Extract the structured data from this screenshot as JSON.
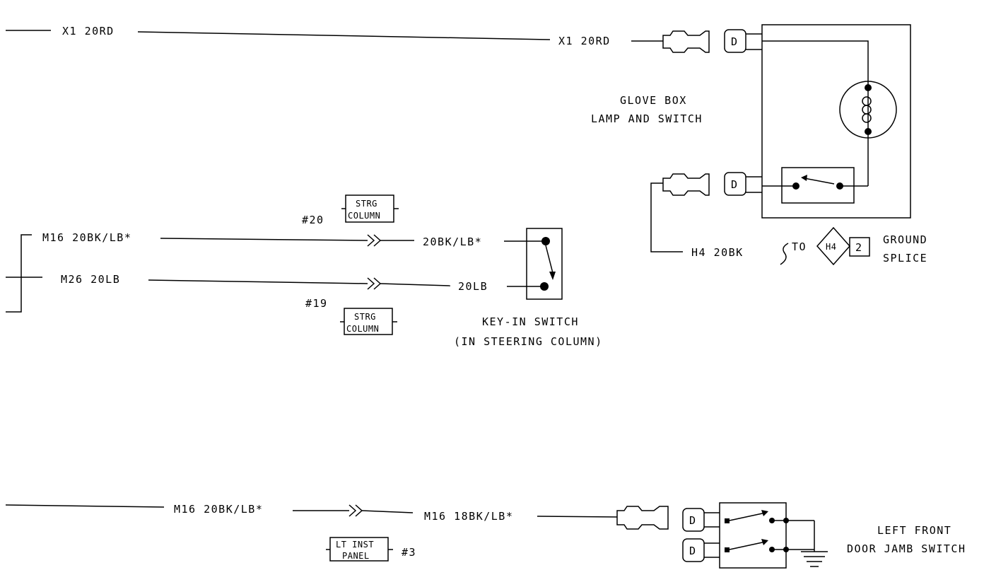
{
  "circuit_x1": {
    "left_label": "X1 20RD",
    "right_label": "X1 20RD"
  },
  "glove_box": {
    "label_line1": "GLOVE BOX",
    "label_line2": "LAMP AND SWITCH",
    "ground_wire_label": "H4 20BK",
    "to_label": "TO",
    "splice_id": "H4",
    "splice_pin": "2",
    "splice_label_line1": "GROUND",
    "splice_label_line2": "SPLICE"
  },
  "key_in": {
    "connector_upper_num": "#20",
    "connector_upper_line1": "STRG",
    "connector_upper_line2": "COLUMN",
    "connector_lower_num": "#19",
    "connector_lower_line1": "STRG",
    "connector_lower_line2": "COLUMN",
    "wire_m16_left": "M16 20BK/LB*",
    "wire_m16_right": "20BK/LB*",
    "wire_m26_left": "M26 20LB",
    "wire_m26_right": "20LB",
    "label_line1": "KEY-IN SWITCH",
    "label_line2": "(IN STEERING COLUMN)"
  },
  "door_jamb": {
    "wire_left": "M16 20BK/LB*",
    "wire_right": "M16 18BK/LB*",
    "connector_line1": "LT INST",
    "connector_line2": "PANEL",
    "connector_num": "#3",
    "label_line1": "LEFT FRONT",
    "label_line2": "DOOR JAMB SWITCH"
  },
  "terminal_letter": "D"
}
